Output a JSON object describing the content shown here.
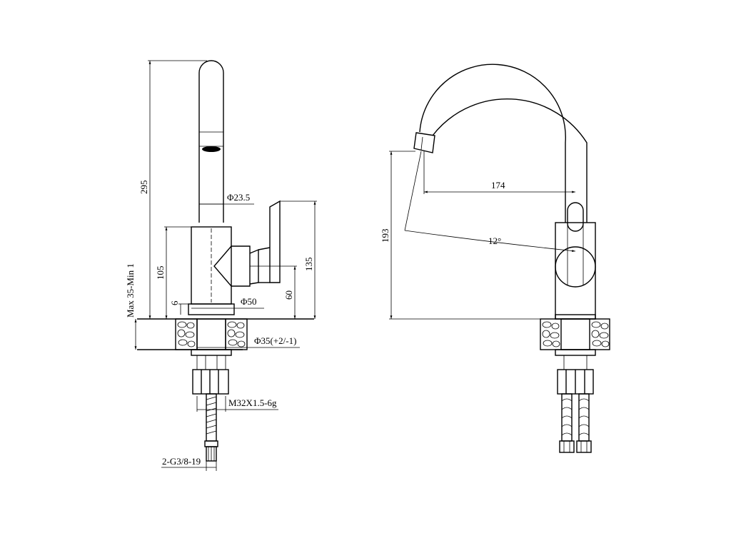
{
  "drawing": {
    "side_view": {
      "dim_height_total": "295",
      "dim_spout_diameter": "Φ23.5",
      "dim_body_height": "105",
      "dim_mount_thickness": "Max 35-Min 1",
      "dim_gap": "6",
      "dim_handle_height": "135",
      "dim_handle_offset": "60",
      "dim_body_diameter": "Φ50",
      "dim_hole_diameter": "Φ35(+2/-1)",
      "dim_thread": "M32X1.5-6g",
      "dim_hose": "2-G3/8-19"
    },
    "front_view": {
      "dim_spout_height": "193",
      "dim_reach": "174",
      "dim_angle": "12°"
    }
  }
}
